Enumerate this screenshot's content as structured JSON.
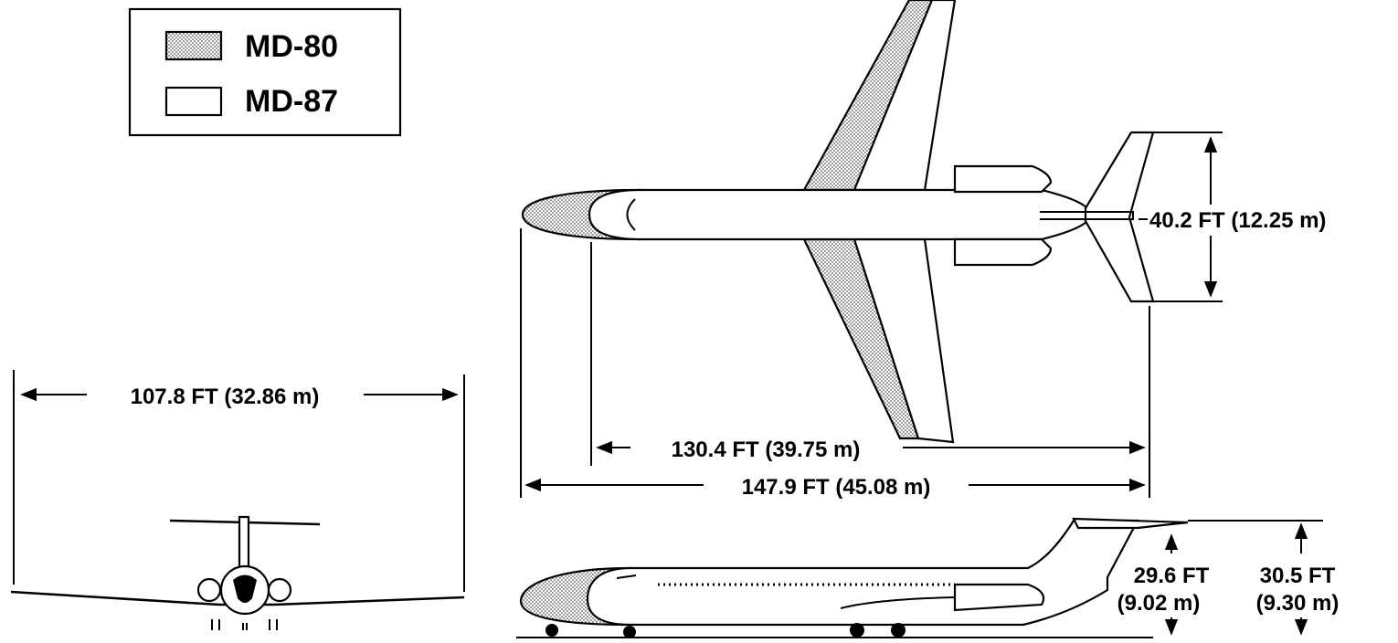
{
  "legend": {
    "items": [
      {
        "label": "MD-80",
        "style": "dotted-fill"
      },
      {
        "label": "MD-87",
        "style": "plain"
      }
    ]
  },
  "dimensions": {
    "span": "107.8 FT (32.86 m)",
    "tail_span": "40.2 FT (12.25 m)",
    "md87_length": "130.4 FT (39.75 m)",
    "md80_length": "147.9 FT (45.08 m)",
    "md87_height_ft": "29.6 FT",
    "md87_height_m": "(9.02 m)",
    "md80_height_ft": "30.5 FT",
    "md80_height_m": "(9.30 m)"
  },
  "colors": {
    "line": "#000000",
    "fill": "#ffffff",
    "shade": "#b0b0b0"
  }
}
